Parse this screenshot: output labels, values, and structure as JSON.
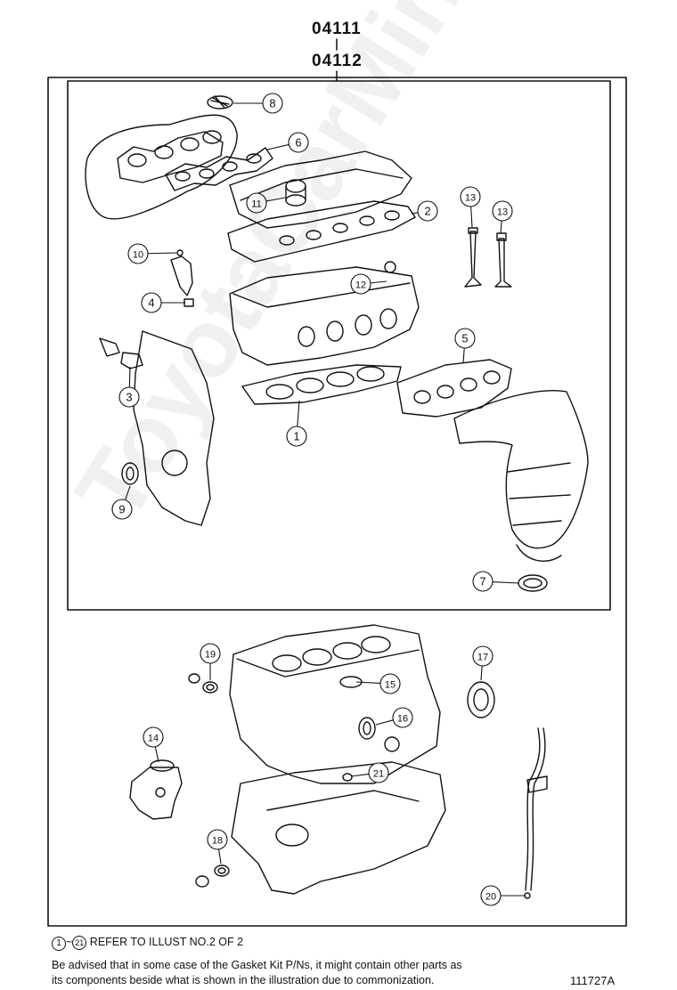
{
  "header": {
    "kit_part_outer": "04111",
    "kit_part_inner": "04112"
  },
  "callouts": [
    {
      "n": "1"
    },
    {
      "n": "2"
    },
    {
      "n": "3"
    },
    {
      "n": "4"
    },
    {
      "n": "5"
    },
    {
      "n": "6"
    },
    {
      "n": "7"
    },
    {
      "n": "8"
    },
    {
      "n": "9"
    },
    {
      "n": "10"
    },
    {
      "n": "11"
    },
    {
      "n": "12"
    },
    {
      "n": "13"
    },
    {
      "n": "13"
    },
    {
      "n": "14"
    },
    {
      "n": "15"
    },
    {
      "n": "16"
    },
    {
      "n": "17"
    },
    {
      "n": "18"
    },
    {
      "n": "19"
    },
    {
      "n": "20"
    },
    {
      "n": "21"
    }
  ],
  "footer": {
    "ref_start": "1",
    "ref_end": "21",
    "ref_tilde": "~",
    "ref_text": "REFER TO ILLUST NO.2 OF 2",
    "advice_line1": "Be advised that in some case of the Gasket Kit P/Ns,  it might contain other parts as",
    "advice_line2": "its components beside what is shown in the illustration due to commonization.",
    "illustration_id": "111727A"
  },
  "watermark": "ToyotaCarMine.ru"
}
